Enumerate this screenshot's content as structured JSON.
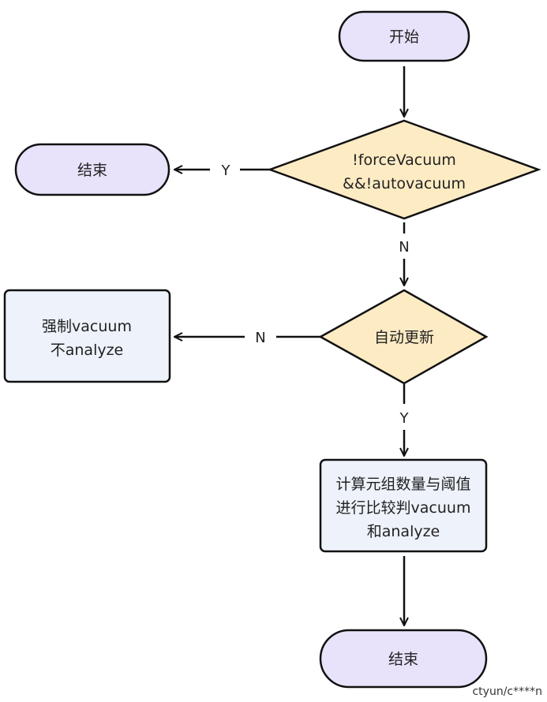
{
  "colors": {
    "terminal_fill": "#e8e2fb",
    "decision_fill": "#fdebc4",
    "process_fill": "#edf2fb",
    "stroke": "#111111"
  },
  "nodes": {
    "start": {
      "lines": [
        "开始"
      ]
    },
    "decision_force": {
      "lines": [
        "!forceVacuum",
        "&&!autovacuum"
      ]
    },
    "end_left": {
      "lines": [
        "结束"
      ]
    },
    "decision_auto": {
      "lines": [
        "自动更新"
      ]
    },
    "process_force": {
      "lines": [
        "强制vacuum",
        "不analyze"
      ]
    },
    "process_compute": {
      "lines": [
        "计算元组数量与阈值",
        "进行比较判vacuum",
        "和analyze"
      ]
    },
    "end_bottom": {
      "lines": [
        "结束"
      ]
    }
  },
  "edges": {
    "force_to_end_label": "Y",
    "force_to_auto_label": "N",
    "auto_to_process_label": "N",
    "auto_to_compute_label": "Y"
  },
  "watermark": "ctyun/c****n"
}
